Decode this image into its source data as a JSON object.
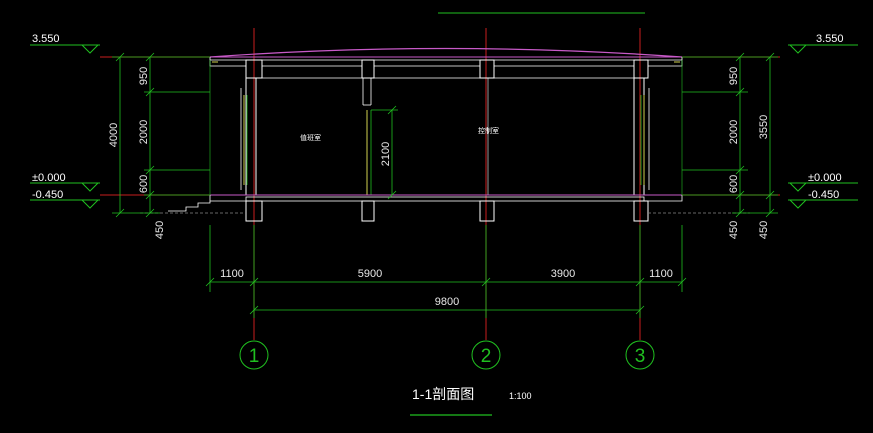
{
  "drawing": {
    "title": "1-1剖面图",
    "scale": "1:100",
    "rooms": [
      {
        "name": "值班室"
      },
      {
        "name": "控制室"
      }
    ],
    "levels": {
      "top": "3.550",
      "ground": "±0.000",
      "outdoor": "-0.450"
    },
    "left_dimensions": {
      "overall": "4000",
      "segments": [
        "950",
        "2000",
        "600"
      ],
      "bottom": "450"
    },
    "right_dimensions": {
      "overall": "3550",
      "segments": [
        "950",
        "2000",
        "600"
      ],
      "bottom_inner": "450",
      "bottom_outer": "450"
    },
    "door_height": "2100",
    "horizontal_dimensions": {
      "spans": [
        "1100",
        "5900",
        "3900",
        "1100"
      ],
      "total": "9800"
    },
    "axes": [
      "1",
      "2",
      "3"
    ]
  },
  "colors": {
    "background": "#000000",
    "wall_outline": "#ffffff",
    "axis_line": "#c81e1e",
    "bubble": "#20c020",
    "dimension": "#20c020",
    "roof": "#c85ac8",
    "glass": "#d2d250",
    "text": "#ffffff"
  }
}
